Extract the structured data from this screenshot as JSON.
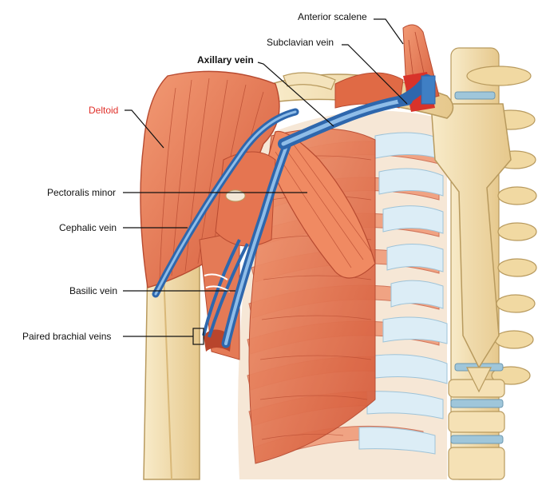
{
  "labels": {
    "anterior_scalene": "Anterior scalene",
    "subclavian_vein": "Subclavian vein",
    "axillary_vein": "Axillary vein",
    "deltoid": "Deltoid",
    "pectoralis_minor": "Pectoralis minor",
    "cephalic_vein": "Cephalic vein",
    "basilic_vein": "Basilic vein",
    "paired_brachial_veins": "Paired brachial veins"
  },
  "colors": {
    "muscle": "#e8734f",
    "muscle_dark": "#c8482e",
    "muscle_light": "#f4a07c",
    "bone": "#f3deb0",
    "bone_dark": "#d9b878",
    "cartilage": "#dfeef6",
    "vein": "#3f7fc4",
    "vein_light": "#8fbde8",
    "artery": "#d8332a",
    "highlight_label": "#e0302a"
  }
}
